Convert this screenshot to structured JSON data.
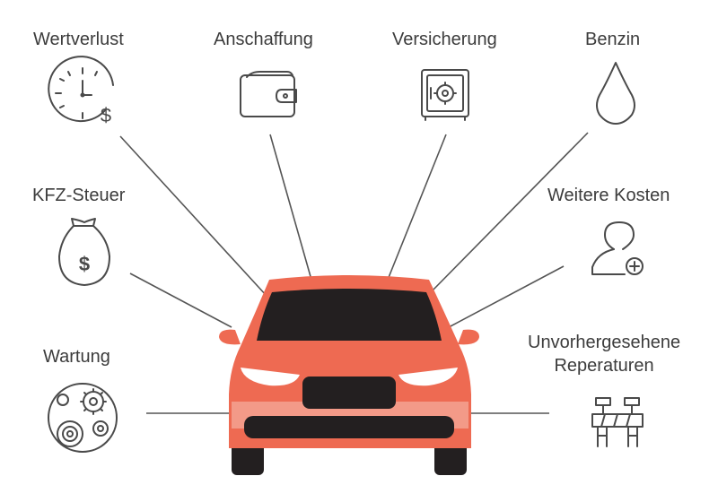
{
  "categories": {
    "wertverlust": "Wertverlust",
    "anschaffung": "Anschaffung",
    "versicherung": "Versicherung",
    "benzin": "Benzin",
    "kfz_steuer": "KFZ-Steuer",
    "weitere_kosten": "Weitere Kosten",
    "wartung": "Wartung",
    "unvorhergesehene_line1": "Unvorhergesehene",
    "unvorhergesehene_line2": "Reperaturen"
  },
  "icons": {
    "wertverlust": "clock-dollar-icon",
    "anschaffung": "wallet-icon",
    "versicherung": "safe-icon",
    "benzin": "drop-icon",
    "kfz_steuer": "money-bag-icon",
    "weitere_kosten": "user-plus-icon",
    "wartung": "gears-icon",
    "unvorhergesehene": "barrier-icon",
    "money_symbol": "$"
  },
  "colors": {
    "car_body": "#ee6a52",
    "car_dark": "#231f20",
    "line": "#555555",
    "icon_stroke": "#4a4a4a",
    "text": "#3c3c3c"
  }
}
